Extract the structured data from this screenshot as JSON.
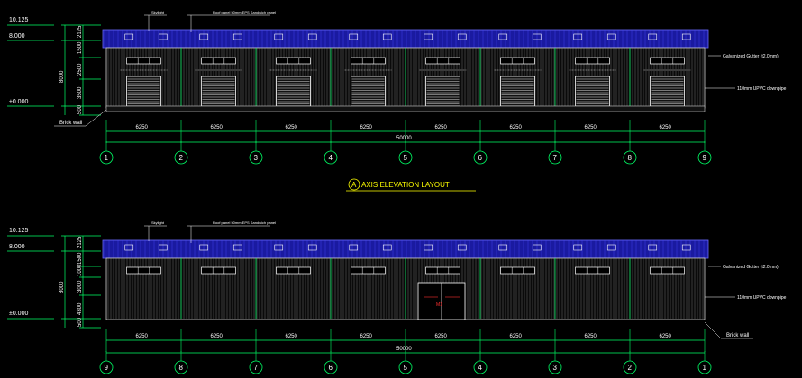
{
  "colors": {
    "background": "#000000",
    "roof": "#1a1aa0",
    "roof_edge": "#6a6aff",
    "wall": "#d8d8d8",
    "dim_line": "#00ff66",
    "axis_circle": "#00ff66",
    "title": "#ffff00",
    "door_red": "#ff3030"
  },
  "elevation_a": {
    "levels": [
      "10.125",
      "8.000",
      "±0.000"
    ],
    "vertical_dims": [
      "2125",
      "1500",
      "2500",
      "3500",
      "500"
    ],
    "total_height": "8000",
    "callouts": {
      "skylight": "Skylight",
      "roof_panel": "Roof panel 50mm EPS Sandwich panel",
      "gutter": "Galvanized Gutter (t2.0mm)",
      "downpipe": "110mm UPVC downpipe",
      "brick_wall": "Brick wall"
    },
    "bay_dims": [
      "6250",
      "6250",
      "6250",
      "6250",
      "6250",
      "6250",
      "6250",
      "6250"
    ],
    "total_length": "50000",
    "axes": [
      "1",
      "2",
      "3",
      "4",
      "5",
      "6",
      "7",
      "8",
      "9"
    ],
    "title_letter": "A",
    "title_text": "AXIS ELEVATION LAYOUT"
  },
  "elevation_b": {
    "levels": [
      "10.125",
      "8.000",
      "±0.000"
    ],
    "vertical_dims": [
      "2125",
      "1500",
      "1000",
      "3000",
      "4300",
      "500"
    ],
    "total_height": "8000",
    "callouts": {
      "skylight": "Skylight",
      "roof_panel": "Roof panel 50mm EPS Sandwich panel",
      "gutter": "Galvanized Gutter (t2.0mm)",
      "downpipe": "110mm UPVC downpipe",
      "brick_wall": "Brick wall"
    },
    "door_label": "M1",
    "bay_dims": [
      "6250",
      "6250",
      "6250",
      "6250",
      "6250",
      "6250",
      "6250",
      "6250"
    ],
    "total_length": "50000",
    "axes": [
      "9",
      "8",
      "7",
      "6",
      "5",
      "4",
      "3",
      "2",
      "1"
    ]
  }
}
